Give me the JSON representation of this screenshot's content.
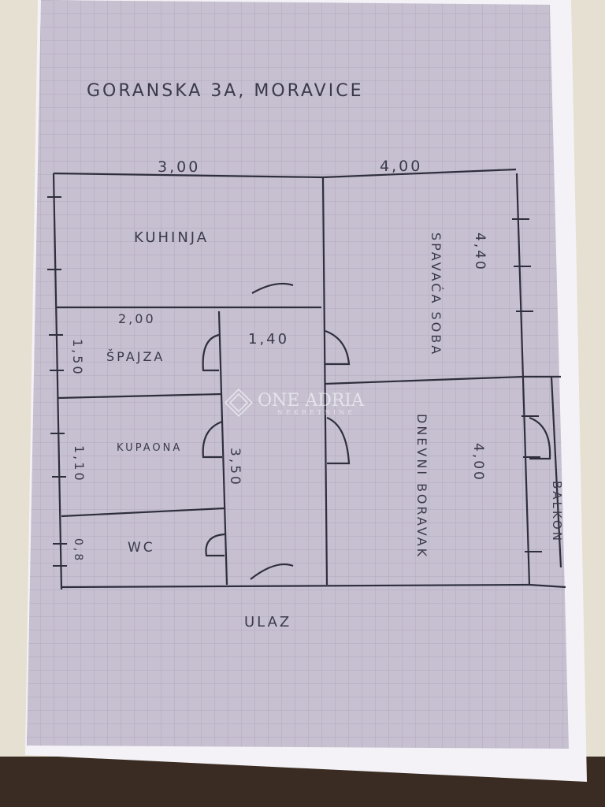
{
  "title": "GORANSKA 3A, MORAVICE",
  "rooms": {
    "kitchen": "KUHINJA",
    "pantry": "ŠPAJZA",
    "bathroom": "KUPAONA",
    "wc": "WC",
    "bedroom": "SPAVAĆA SOBA",
    "living_room": "DNEVNI BORAVAK",
    "balcony": "BALKON",
    "entrance": "ULAZ"
  },
  "dimensions": {
    "kitchen_width": "3,00",
    "bedroom_width": "4,00",
    "pantry_width": "2,00",
    "hall_width": "1,40",
    "pantry_depth": "1,50",
    "bathroom_depth": "1,10",
    "wc_depth": "0,8",
    "hall_length": "3,50",
    "bedroom_depth": "4,40",
    "living_depth": "4,00"
  },
  "watermark": {
    "brand": "ONE ADRIA",
    "sub": "NEKRETNINE"
  },
  "colors": {
    "paper": "#c9c2d2",
    "grid": "#b3abc0",
    "ink": "#2e2e3c",
    "background": "#e9e4d8",
    "floor": "#3a2c22"
  }
}
